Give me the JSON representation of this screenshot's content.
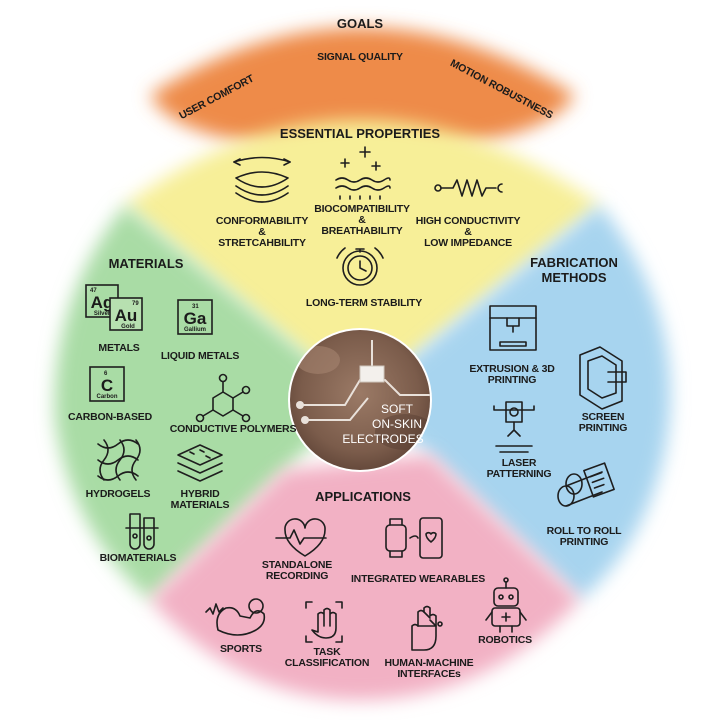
{
  "colors": {
    "goals": "#ee8b4a",
    "properties": "#f7ef98",
    "materials": "#a9dca5",
    "fabrication": "#a7d4ef",
    "applications": "#f2b1c4",
    "center": "#8a6a58"
  },
  "goals": {
    "title": "GOALS",
    "items": [
      "USER COMFORT",
      "SIGNAL QUALITY",
      "MOTION ROBUSTNESS"
    ]
  },
  "properties": {
    "title": "ESSENTIAL PROPERTIES",
    "conformability": [
      "CONFORMABILITY",
      "&",
      "STRETCAHBILITY"
    ],
    "biocompatibility": [
      "BIOCOMPATIBILITY",
      "&",
      "BREATHABILITY"
    ],
    "conductivity": [
      "HIGH CONDUCTIVITY",
      "&",
      "LOW IMPEDANCE"
    ],
    "stability": "LONG-TERM STABILITY"
  },
  "materials": {
    "title": "MATERIALS",
    "ag": {
      "num": "47",
      "sym": "Ag",
      "name": "Silver"
    },
    "au": {
      "num": "79",
      "sym": "Au",
      "name": "Gold"
    },
    "ga": {
      "num": "31",
      "sym": "Ga",
      "name": "Gallium"
    },
    "c": {
      "num": "6",
      "sym": "C",
      "name": "Carbon"
    },
    "metals": "METALS",
    "liquid_metals": "LIQUID METALS",
    "carbon": "CARBON-BASED",
    "polymers": "CONDUCTIVE POLYMERS",
    "hydrogels": "HYDROGELS",
    "hybrid": [
      "HYBRID",
      "MATERIALS"
    ],
    "biomaterials": "BIOMATERIALS"
  },
  "fabrication": {
    "title": [
      "FABRICATION",
      "METHODS"
    ],
    "extrusion": [
      "EXTRUSION & 3D",
      "PRINTING"
    ],
    "screen": [
      "SCREEN",
      "PRINTING"
    ],
    "laser": [
      "LASER",
      "PATTERNING"
    ],
    "roll": [
      "ROLL TO ROLL",
      "PRINTING"
    ]
  },
  "center": {
    "lines": [
      "SOFT",
      "ON-SKIN",
      "ELECTRODES"
    ]
  },
  "applications": {
    "title": "APPLICATIONS",
    "standalone": [
      "STANDALONE",
      "RECORDING"
    ],
    "wearables": "INTEGRATED WEARABLES",
    "sports": "SPORTS",
    "task": [
      "TASK",
      "CLASSIFICATION"
    ],
    "hmi": [
      "HUMAN-MACHINE",
      "INTERFACEs"
    ],
    "robotics": "ROBOTICS"
  }
}
